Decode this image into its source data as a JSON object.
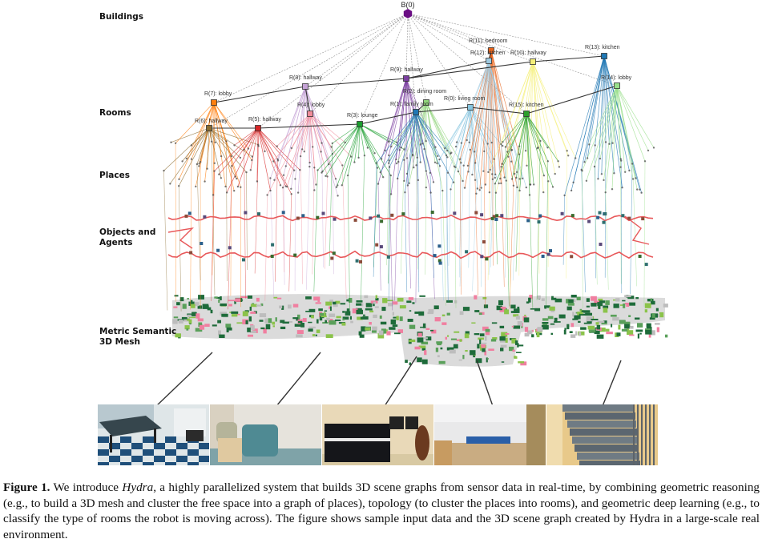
{
  "layers": [
    {
      "label": "Buildings"
    },
    {
      "label": "Rooms"
    },
    {
      "label": "Places"
    },
    {
      "label": "Objects and Agents"
    },
    {
      "label": "Metric Semantic 3D Mesh"
    }
  ],
  "layer_label_lines": {
    "buildings": "Buildings",
    "rooms": "Rooms",
    "places": "Places",
    "objects_line1": "Objects and",
    "objects_line2": "Agents",
    "mesh_line1": "Metric Semantic",
    "mesh_line2": "3D Mesh"
  },
  "building_node": {
    "label": "B(0)",
    "color": "#6a0d83"
  },
  "room_nodes": [
    {
      "id": "R(7)",
      "type": "lobby",
      "label": "R(7):  lobby",
      "color": "#ff7f0e"
    },
    {
      "id": "R(6)",
      "type": "hallway",
      "label": "R(6):  hallway",
      "color": "#8c6d31"
    },
    {
      "id": "R(5)",
      "type": "hallway",
      "label": "R(5):  hallway",
      "color": "#d62728"
    },
    {
      "id": "R(8)",
      "type": "hallway",
      "label": "R(8):  hallway",
      "color": "#c5a3d6"
    },
    {
      "id": "R(4)",
      "type": "lobby",
      "label": "R(4):  lobby",
      "color": "#f08c9a"
    },
    {
      "id": "R(3)",
      "type": "lounge",
      "label": "R(3):  lounge",
      "color": "#1a9e2e"
    },
    {
      "id": "R(9)",
      "type": "hallway",
      "label": "R(9):  hallway",
      "color": "#7b3fa0"
    },
    {
      "id": "R(2)",
      "type": "dining room",
      "label": "R(2):  dining  room",
      "color": "#8fd47a"
    },
    {
      "id": "R(1)",
      "type": "family room",
      "label": "R(1):  family room",
      "color": "#1f77b4"
    },
    {
      "id": "R(0)",
      "type": "living room",
      "label": "R(0):  living  room",
      "color": "#87c6e0"
    },
    {
      "id": "R(11)",
      "type": "bedroom",
      "label": "R(11):  bedroom",
      "color": "#e8641c"
    },
    {
      "id": "R(12)",
      "type": "kitchen",
      "label": "R(12):  kitchen",
      "color": "#9ecae1"
    },
    {
      "id": "R(10)",
      "type": "hallway",
      "label": "R(10):  hallway",
      "color": "#f5f07a"
    },
    {
      "id": "R(15)",
      "type": "kitchen",
      "label": "R(15):  kitchen",
      "color": "#2ca02c"
    },
    {
      "id": "R(13)",
      "type": "kitchen",
      "label": "R(13):  kitchen",
      "color": "#1f77b4"
    },
    {
      "id": "R(14)",
      "type": "lobby",
      "label": "R(14):  lobby",
      "color": "#98df8a"
    }
  ],
  "colors": {
    "trajectory": "#e8585a",
    "mesh_green": "#1e6b3a",
    "mesh_gray": "#bdbdbd",
    "mesh_pink": "#f07fa0",
    "edge_gray": "#777777"
  },
  "photos": [
    {
      "scene": "ping-pong table on checkered floor"
    },
    {
      "scene": "armchairs and side table"
    },
    {
      "scene": "piano and music stands"
    },
    {
      "scene": "large open room"
    },
    {
      "scene": "staircase"
    }
  ],
  "caption": {
    "label": "Figure 1.",
    "part1": " We introduce ",
    "system_name": "Hydra",
    "part2": ", a highly parallelized system that builds 3D scene graphs from sensor data in real-time, by combining geometric reasoning (e.g., to build a 3D mesh and cluster the free space into a graph of places), topology (to cluster the places into rooms), and geometric deep learning (e.g., to classify the type of rooms the robot is moving across). The figure shows sample input data and the 3D scene graph created by Hydra in a large-scale real environment."
  }
}
